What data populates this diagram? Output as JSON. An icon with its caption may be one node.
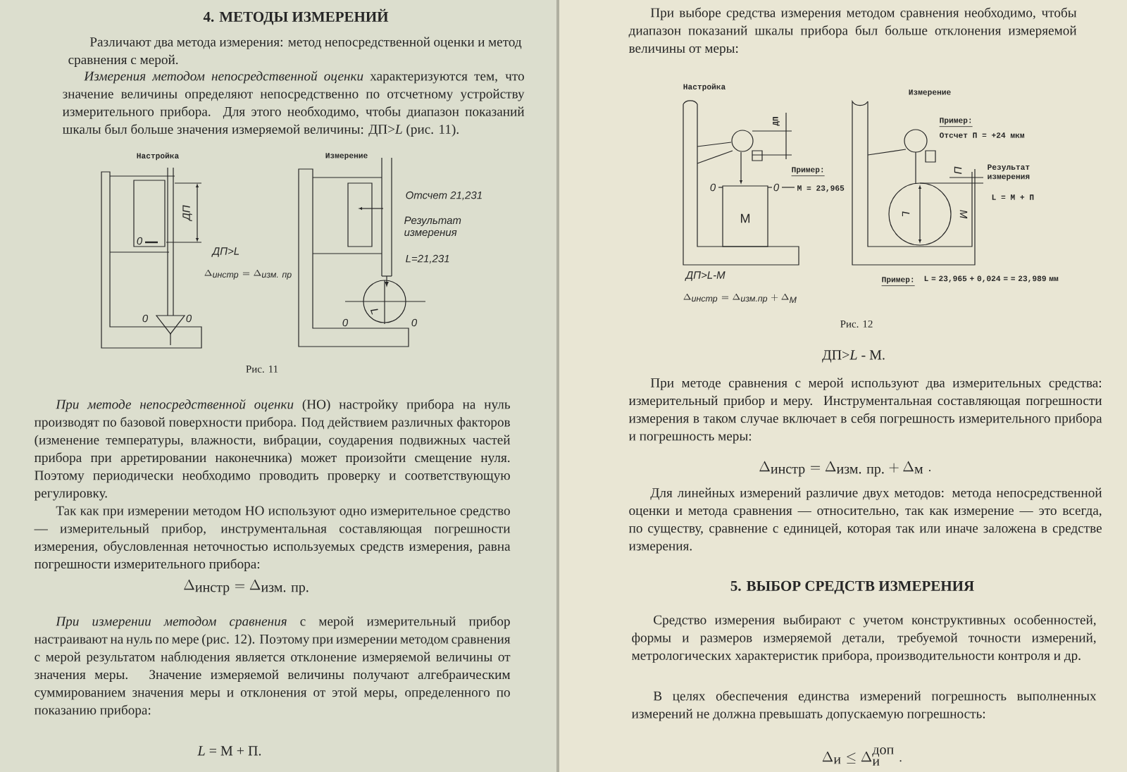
{
  "diagram": {
    "title": "4. МЕТОДЫ ИЗМЕРЕНИЙ",
    "labels": [
      "Различают два метода измерения: метод непосредственной оценки и метод сравнения с мерой.",
      "*Измерения методом непосредственной оценки* характеризуются тем, что значение величины определяют непосредственно по отсчетному устройству измерительного прибора. Для этого необходимо, чтобы диапазон показаний шкалы был больше значения измеряемой величины: ДП>*L* (рис. 11).",
      "Настройка",
      "Измерение",
      "ДП",
      "0",
      "0",
      "0",
      "ДП>L",
      "\\Delta_{\\mbox{инстр}}=\\Delta_{\\mbox{изм. пр}}",
      "Отсчет 21,231",
      "Результат измерения",
      "L=21,231",
      "0",
      "0",
      "L",
      "Рис. 11",
      "*При методе непосредственной оценки* (НО) настройку прибора на нуль производят по базовой поверхности прибора. Под действием различных факторов (изменение температуры, влажности, вибрации, соударения подвижных частей прибора при арретировании наконечника) может произойти смещение нуля. Поэтому периодически необходимо проводить проверку и соответствующую регулировку.",
      "Так как при измерении методом НО используют одно измерительное средство — измерительный прибор, инструментальная составляющая погрешности измерения, обусловленная неточностью используемых средств измерения, равна погрешности измерительного прибора:",
      "\\Delta_{\\mbox{инстр}} = \\Delta_{\\mbox{изм. пр.}}",
      "*При измерении методом сравнения* с мерой измерительный прибор настраивают на нуль по мере (рис. 12). Поэтому при измерении методом сравнения с мерой результатом наблюдения является отклонение измеряемой величины от значения меры. Значение измеряемой величины получают алгебраическим суммированием значения меры и отклонения от этой меры, определенного по показанию прибора:",
      "*L* = М + П.",
      "При выборе средства измерения методом сравнения необходимо, чтобы диапазон показаний шкалы прибора был больше отклонения измеряемой величины от меры:",
      "Настройка",
      "ДП",
      "Пример:",
      "0",
      "0",
      "М = 23,965",
      "М",
      "ДП>L-М",
      "\\Delta_{\\mbox{инстр}}=\\Delta_{\\mbox{изм.пр}}+\\Delta_{\\mbox{М}}",
      "Измерение",
      "Пример:",
      "Отсчет П = +24 мкм",
      "П",
      "Результат измерения",
      "L = М + П",
      "L",
      "М",
      "Пример:",
      "L = 23,965 + 0,024 = = 23,989 мм",
      "Рис. 12",
      "ДП>*L* - М.",
      "При методе сравнения с мерой используют два измерительных средства: измерительный прибор и меру. Инструментальная составляющая погрешности измерения в таком случае включает в себя погрешность измерительного прибора и погрешность меры:",
      "\\Delta_{\\mbox{инстр}} = \\Delta_{\\mbox{изм. пр.}} + \\Delta_{\\mbox{м}}\\;.",
      "Для линейных измерений различие двух методов: метода непосредственной оценки и метода сравнения — относительно, так как измерение — это всегда, по существу, сравнение с единицей, которая так или иначе заложена в средстве измерения.",
      "5. ВЫБОР СРЕДСТВ ИЗМЕРЕНИЯ",
      "Средство измерения выбирают с учетом конструктивных особенностей, формы и размеров измеряемой детали, требуемой точности измерений, метрологических характеристик прибора, производительности контроля и др.",
      "В целях обеспечения единства измерений погрешность выполненных измерений не должна превышать допускаемую погрешность:",
      "\\Delta_{\\mbox{и}} \\leq \\Delta_{\\mbox{и}}^{\\mbox{доп}}\\;."
    ]
  }
}
